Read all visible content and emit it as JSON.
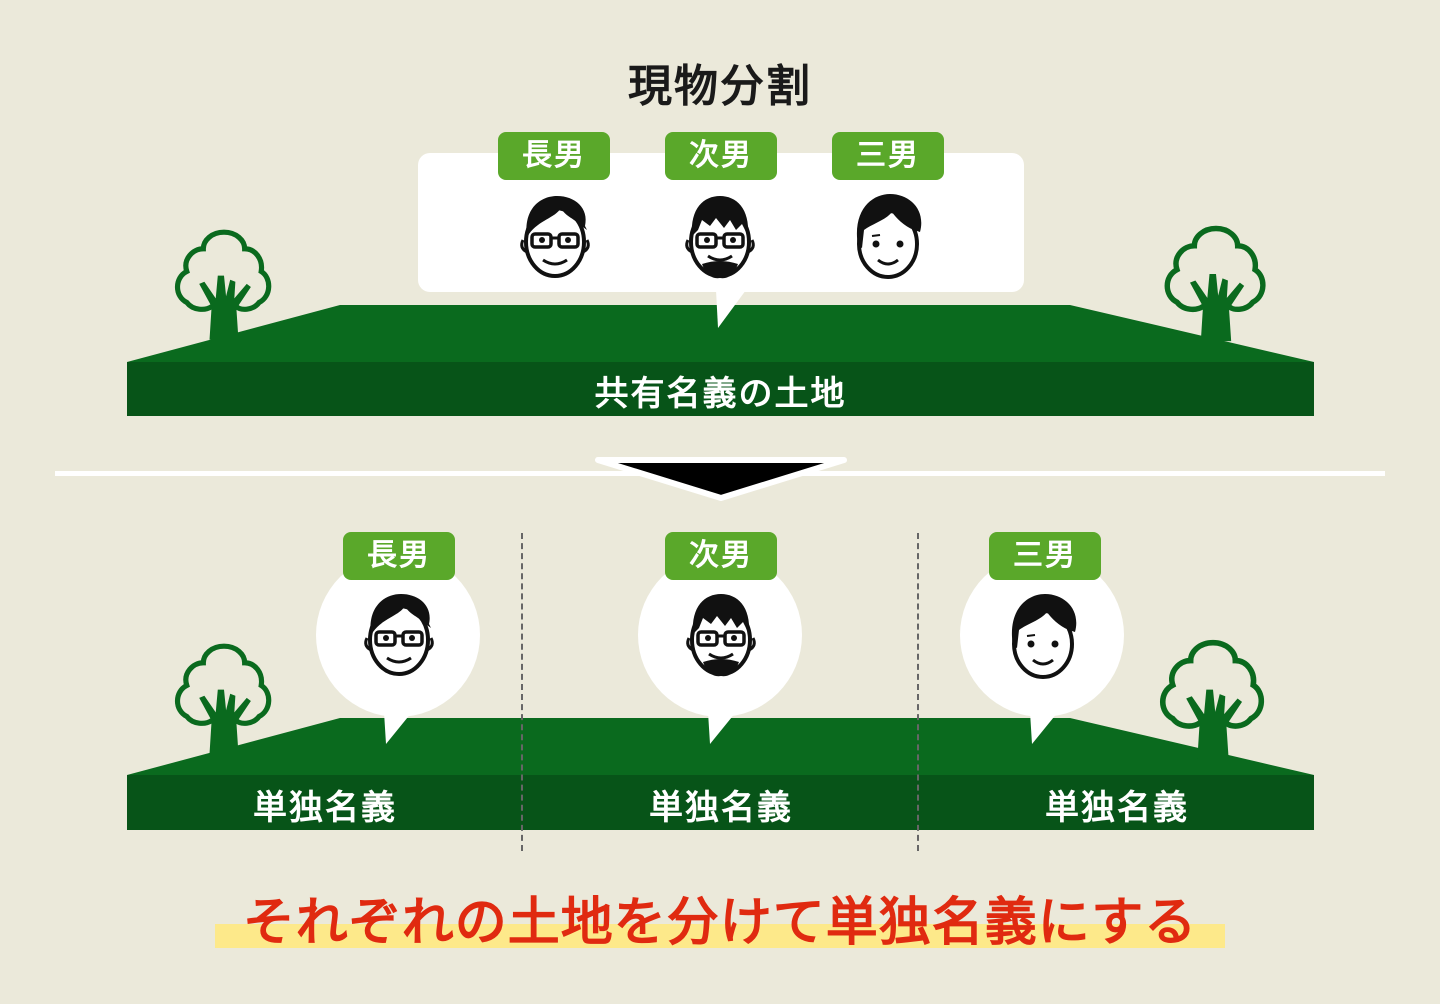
{
  "title": "現物分割",
  "colors": {
    "background": "#ebe9da",
    "label_green": "#5aa82a",
    "land_light": "#0a6a1e",
    "land_dark": "#075418",
    "message_red": "#e02a10",
    "highlight_yellow": "#fde98a"
  },
  "before": {
    "heirs": [
      {
        "label": "長男",
        "face": "glasses-man-icon"
      },
      {
        "label": "次男",
        "face": "glasses-bearded-man-icon"
      },
      {
        "label": "三男",
        "face": "young-man-icon"
      }
    ],
    "land_label": "共有名義の土地"
  },
  "arrow": "down-arrow-icon",
  "after": {
    "parcels": [
      {
        "label": "長男",
        "face": "glasses-man-icon",
        "land_label": "単独名義"
      },
      {
        "label": "次男",
        "face": "glasses-bearded-man-icon",
        "land_label": "単独名義"
      },
      {
        "label": "三男",
        "face": "young-man-icon",
        "land_label": "単独名義"
      }
    ]
  },
  "message": "それぞれの土地を分けて単独名義にする"
}
